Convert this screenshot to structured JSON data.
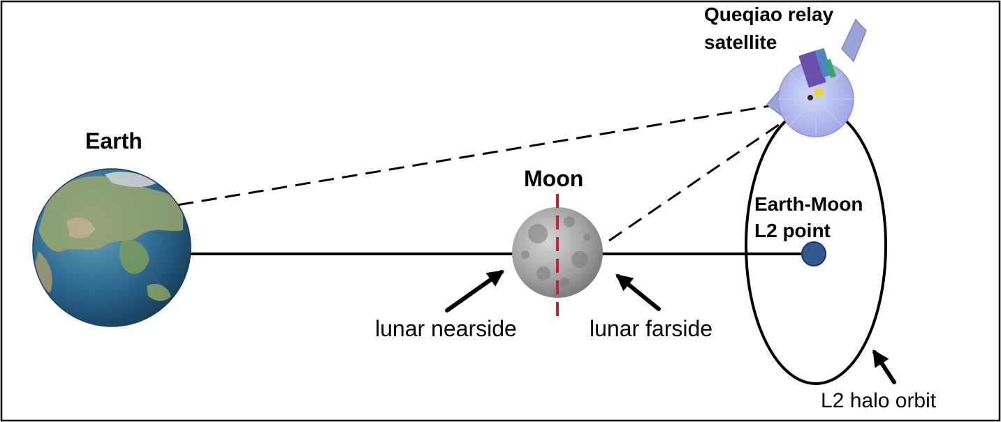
{
  "labels": {
    "earth": "Earth",
    "moon": "Moon",
    "satellite_line1": "Queqiao relay",
    "satellite_line2": "satellite",
    "l2_line1": "Earth-Moon",
    "l2_line2": "L2 point",
    "nearside": "lunar nearside",
    "farside": "lunar farside",
    "halo_orbit": "L2 halo orbit"
  },
  "colors": {
    "border": "#000000",
    "line": "#000000",
    "moon_divider": "#c0282d",
    "l2_point": "#2f5a8f",
    "earth_ocean": "#2f6f95",
    "earth_land": "#8a9a6a",
    "moon_surface": "#9a9a9a",
    "satellite_dish": "#aeb4ee",
    "satellite_panel": "#9aa4d6"
  },
  "icons": {
    "earth": "earth-globe-icon",
    "moon": "moon-icon",
    "satellite": "relay-satellite-icon"
  }
}
